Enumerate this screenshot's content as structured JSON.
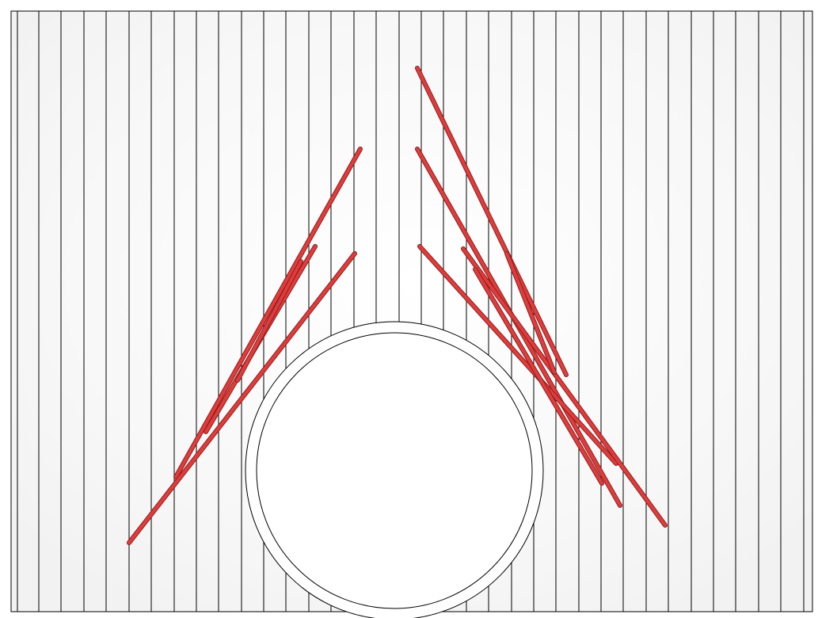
{
  "scene": {
    "background_color": "#ffffff",
    "grid_line_color": "#000000",
    "hole_ring_color": "#000000",
    "stick_color": "#e03c3c",
    "stick_outline_color": "#8a1f1f",
    "vertical_line_count": 36,
    "stick_count": 10,
    "circle_count": 2
  }
}
